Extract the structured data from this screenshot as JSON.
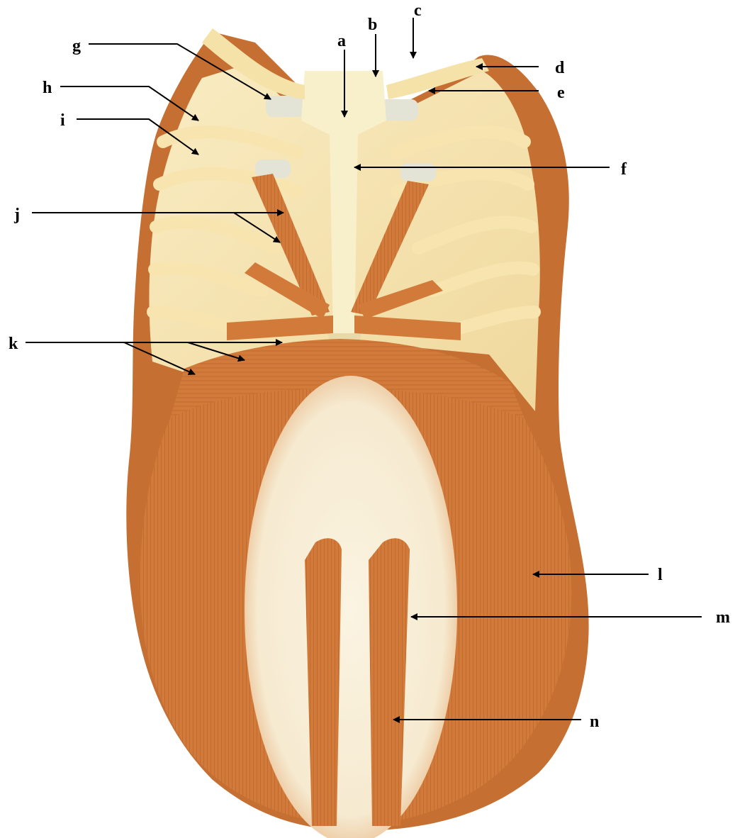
{
  "labels": {
    "a": "a",
    "b": "b",
    "c": "c",
    "d": "d",
    "e": "e",
    "f": "f",
    "g": "g",
    "h": "h",
    "i": "i",
    "j": "j",
    "k": "k",
    "l": "l",
    "m": "m",
    "n": "n"
  },
  "colors": {
    "muscle": "#d27a3a",
    "muscle_dark": "#b8602a",
    "muscle_fiber": "#a04f22",
    "bone": "#f7e7b3",
    "cartilage": "#e3e4d6",
    "aponeurosis": "#f8efd9",
    "skin": "#c66f32",
    "arrow": "#000000"
  }
}
